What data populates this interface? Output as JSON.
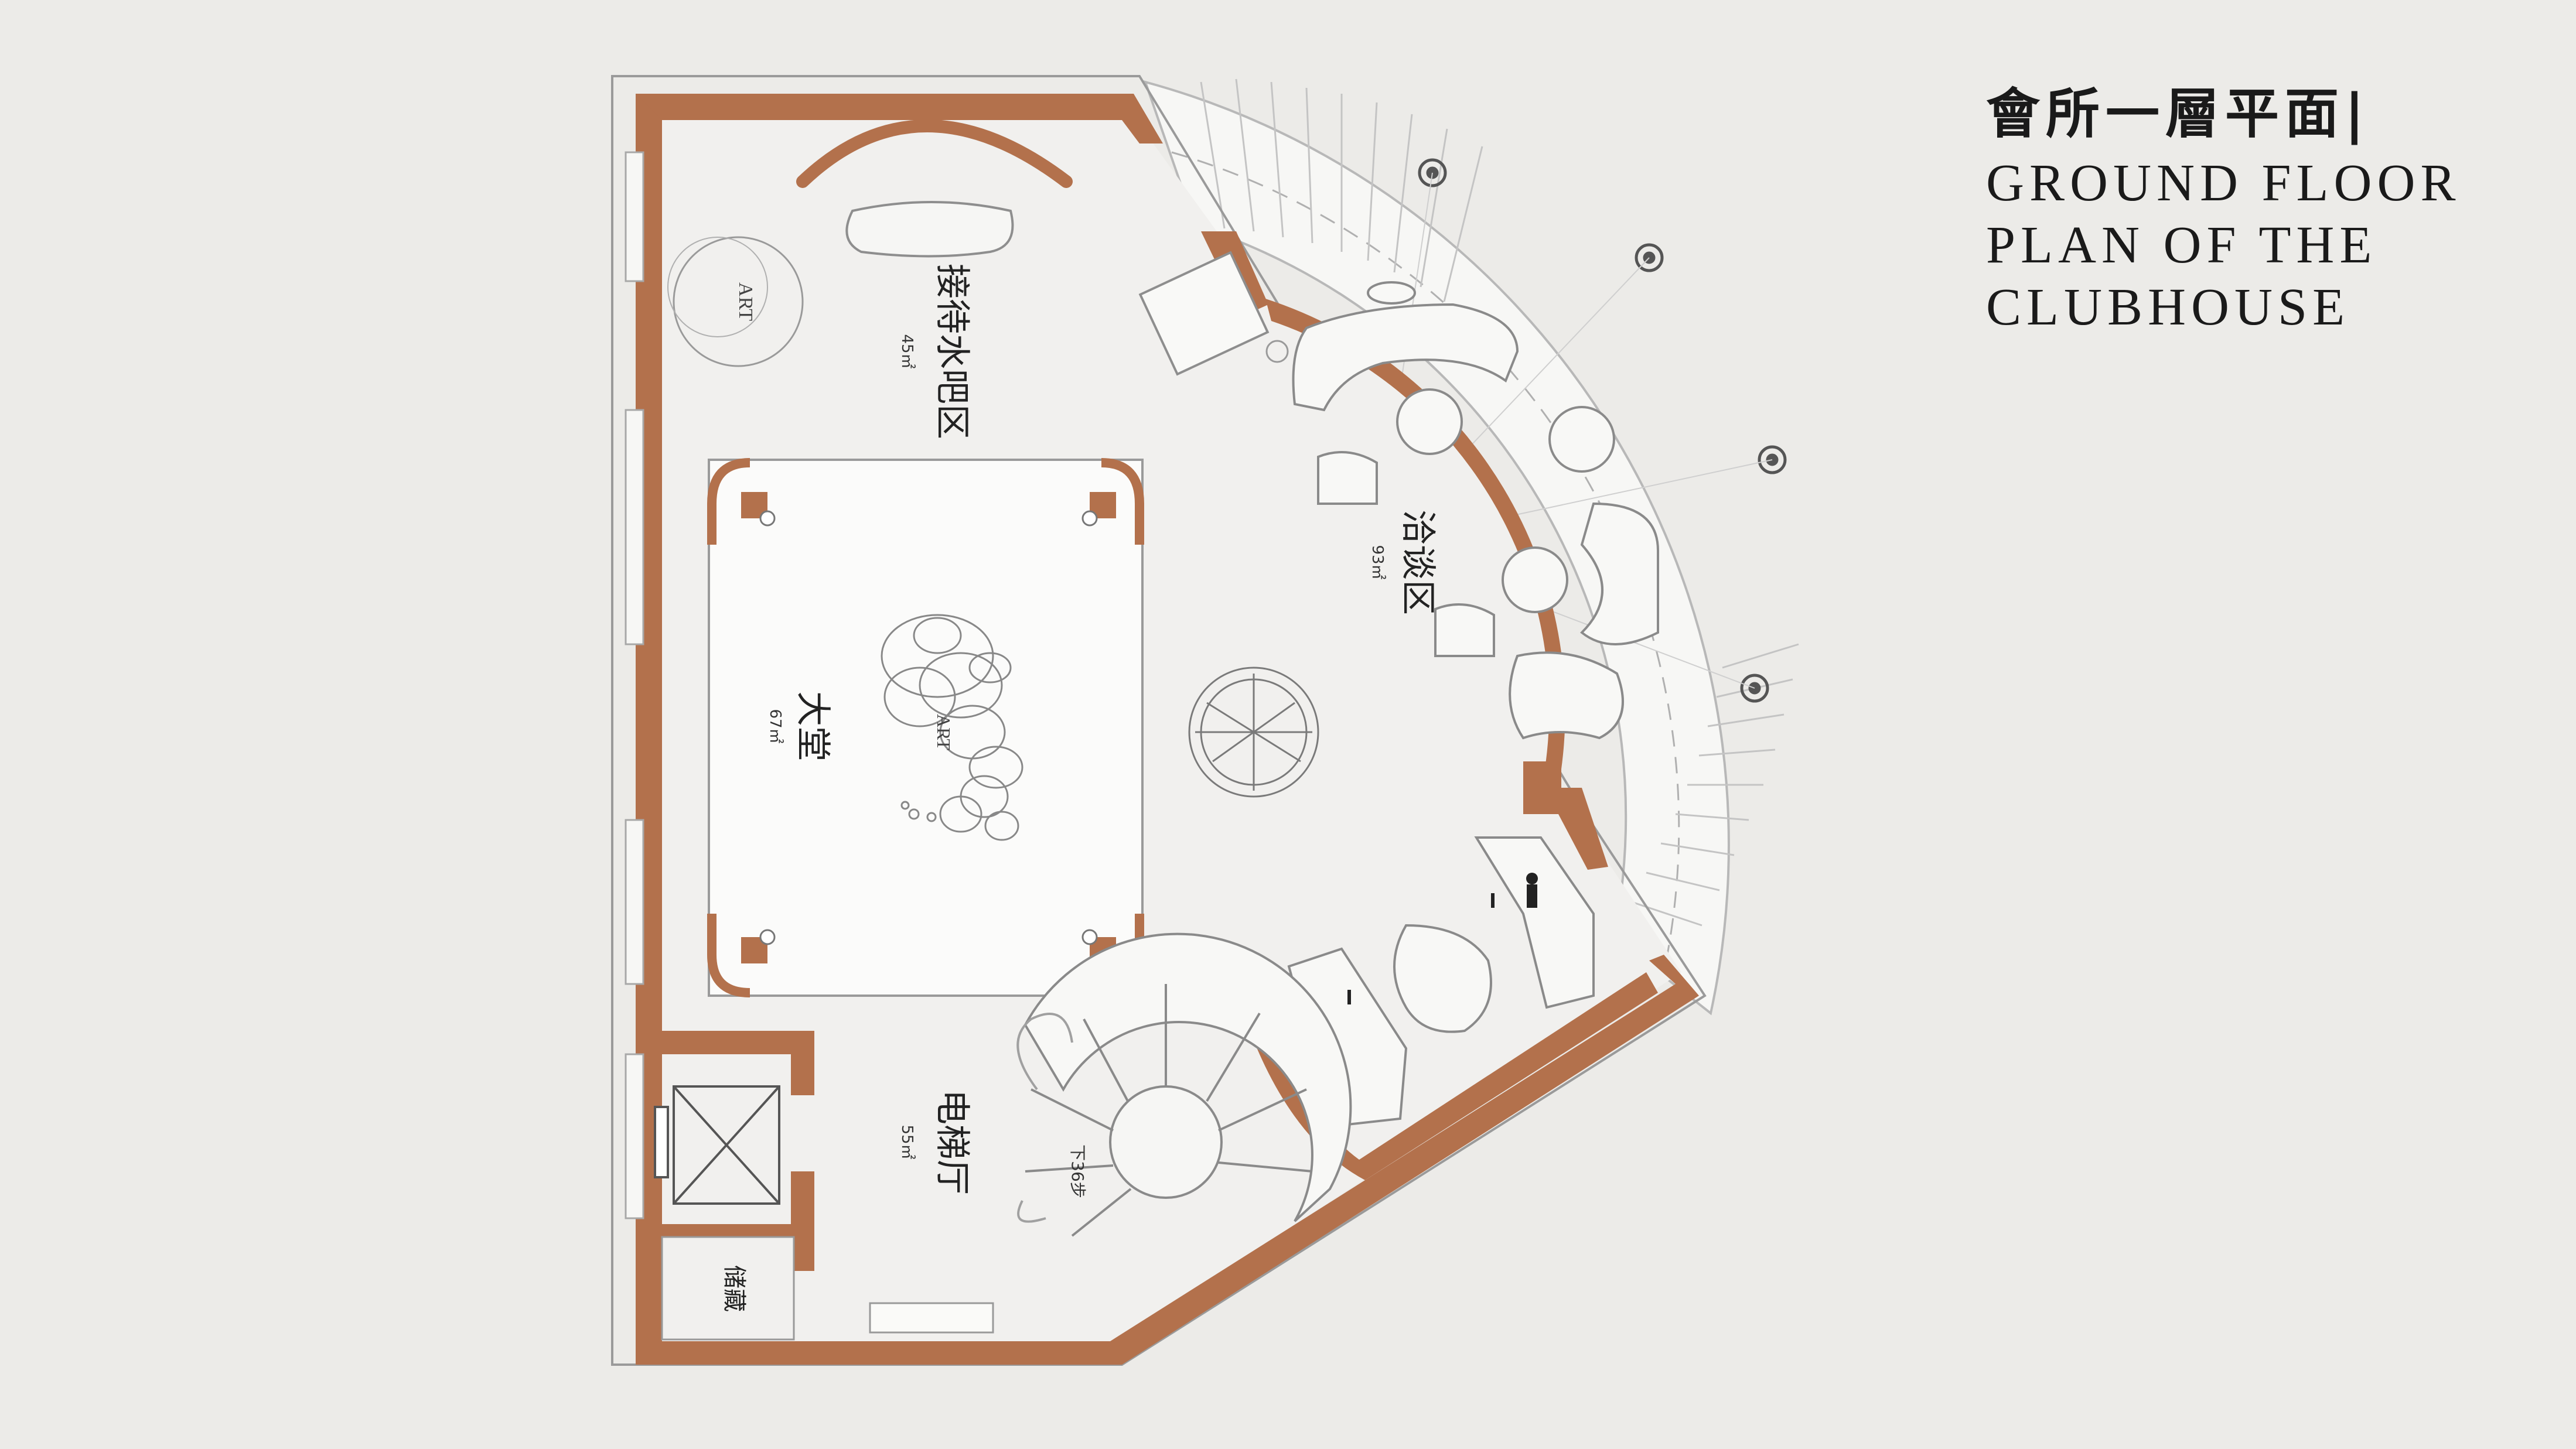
{
  "title": {
    "cn": "會所一層平面|",
    "en_lines": [
      "GROUND FLOOR",
      "PLAN OF THE",
      "CLUBHOUSE"
    ]
  },
  "rooms": {
    "reception": {
      "name": "接待水吧区",
      "area": "45㎡"
    },
    "lobby": {
      "name": "大堂",
      "area": "67㎡"
    },
    "lounge": {
      "name": "洽谈区",
      "area": "93㎡"
    },
    "elevator_hall": {
      "name": "电梯厅",
      "area": "55㎡"
    },
    "storage": {
      "name": "储藏"
    }
  },
  "labels": {
    "art_reception": "ART",
    "art_lobby": "ART",
    "stair_down": "下36步"
  },
  "colors": {
    "background": "#ecebe8",
    "wall": "#b3714c",
    "floor": "#f1f0ee",
    "line": "#8e8e8e",
    "lobby_floor": "#fbfbfa",
    "terrace": "#f7f7f5"
  }
}
